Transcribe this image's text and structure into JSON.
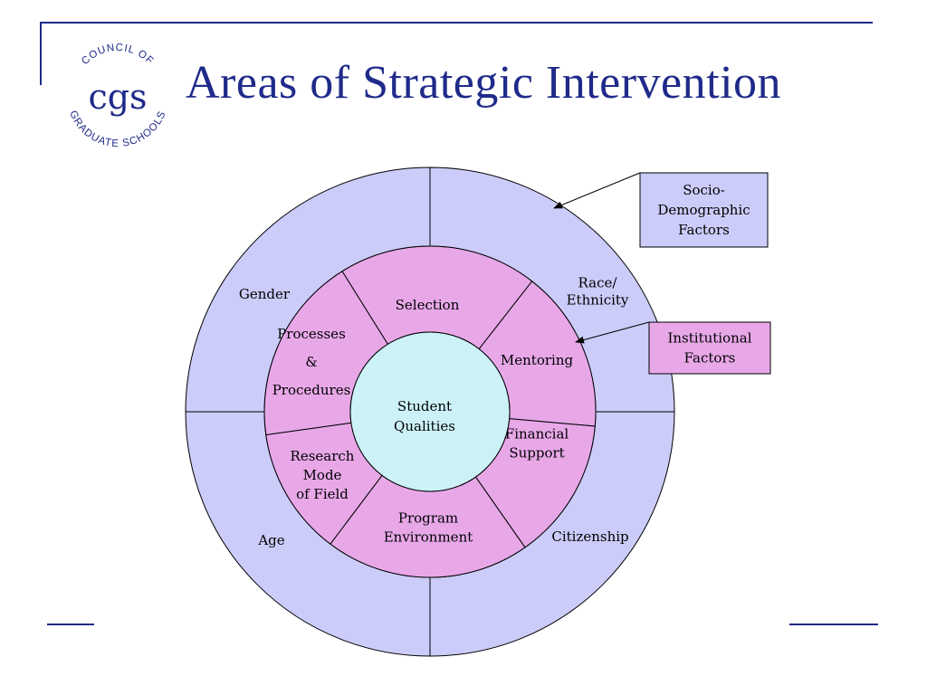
{
  "slide": {
    "title": "Areas of Strategic Intervention"
  },
  "logo": {
    "mark": "cgs",
    "ring_top": "COUNCIL OF",
    "ring_bottom": "GRADUATE SCHOOLS"
  },
  "diagram": {
    "colors": {
      "outer_ring": "#ccccfa",
      "middle_ring": "#e8a8e8",
      "core": "#ccf2f8",
      "stroke": "#000000",
      "title": "#1f2a8a"
    },
    "center": {
      "label": [
        "Student",
        "Qualities"
      ]
    },
    "middle_ring": [
      {
        "id": "selection",
        "label": [
          "Selection"
        ]
      },
      {
        "id": "mentoring",
        "label": [
          "Mentoring"
        ]
      },
      {
        "id": "financial-support",
        "label": [
          "Financial",
          "Support"
        ]
      },
      {
        "id": "program-environment",
        "label": [
          "Program",
          "Environment"
        ]
      },
      {
        "id": "research-mode",
        "label": [
          "Research",
          "Mode",
          "of Field"
        ]
      },
      {
        "id": "processes",
        "label": [
          "Processes",
          "&",
          "Procedures"
        ]
      }
    ],
    "outer_ring": [
      {
        "id": "race-ethnicity",
        "label": [
          "Race/",
          "Ethnicity"
        ]
      },
      {
        "id": "citizenship",
        "label": [
          "Citizenship"
        ]
      },
      {
        "id": "age",
        "label": [
          "Age"
        ]
      },
      {
        "id": "gender",
        "label": [
          "Gender"
        ]
      }
    ],
    "callouts": [
      {
        "id": "socio-demographic",
        "label": [
          "Socio-",
          "Demographic",
          "Factors"
        ],
        "color": "#ccccfa"
      },
      {
        "id": "institutional",
        "label": [
          "Institutional",
          "Factors"
        ],
        "color": "#e8a8e8"
      }
    ]
  }
}
